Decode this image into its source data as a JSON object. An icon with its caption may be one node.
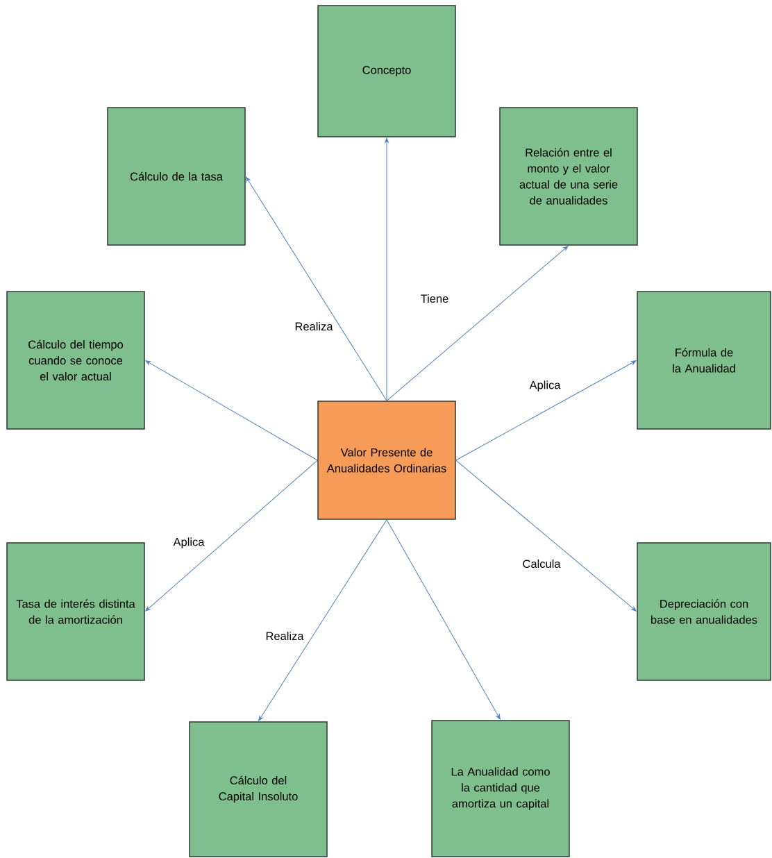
{
  "diagram": {
    "nodes": [
      {
        "text": [
          "Concepto"
        ]
      },
      {
        "text": [
          "Cálculo de la tasa"
        ]
      },
      {
        "text": [
          "Relación entre el monto y el valor actual de una serie de anualidades"
        ]
      },
      {
        "text": [
          "Cálculo del tiempo cuando se conoce el valor actual"
        ]
      },
      {
        "text": [
          "Fórmula de la Anualidad"
        ]
      },
      {
        "text": [
          "Valor Presente de Anualidades Ordinarias"
        ]
      },
      {
        "text": [
          "Tasa de interés distinta de la amortización"
        ]
      },
      {
        "text": [
          "Depreciación con base en anualidades"
        ]
      },
      {
        "text": [
          "Cálculo del Capital Insoluto"
        ]
      },
      {
        "text": [
          "La Anualidad como la cantidad que amortiza un capital"
        ]
      }
    ],
    "edges": [
      {
        "from": 5,
        "to": 0,
        "arrow": "to",
        "label": "Tiene"
      },
      {
        "from": 5,
        "to": 1,
        "arrow": "to",
        "label": "Realiza"
      },
      {
        "from": 5,
        "to": 2,
        "arrow": "to"
      },
      {
        "from": 5,
        "to": 3,
        "arrow": "to"
      },
      {
        "from": 5,
        "to": 4,
        "arrow": "to",
        "label": "Aplica"
      },
      {
        "from": 5,
        "to": 6,
        "arrow": "to",
        "label": "Aplica"
      },
      {
        "from": 5,
        "to": 7,
        "arrow": "to",
        "label": "Calcula"
      },
      {
        "from": 5,
        "to": 8,
        "arrow": "to",
        "label": "Realiza"
      },
      {
        "from": 5,
        "to": 9,
        "arrow": "to"
      }
    ]
  }
}
